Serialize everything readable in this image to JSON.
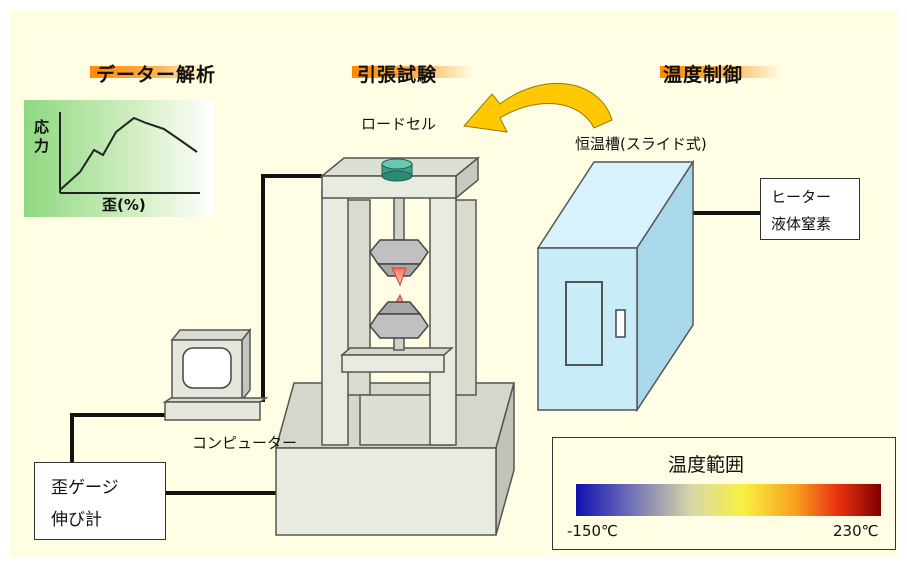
{
  "headers": {
    "analysis": "データー解析",
    "tensile_test": "引張試験",
    "temp_control": "温度制御"
  },
  "graph": {
    "ylabel": "応力",
    "xlabel": "歪(%)"
  },
  "load_cell": "ロードセル",
  "chamber": "恒温槽(スライド式)",
  "heater_box": {
    "line1": "ヒーター",
    "line2": "液体窒素"
  },
  "computer": "コンピューター",
  "strain_gauge": {
    "line1": "歪ゲージ",
    "line2": "伸び計"
  },
  "temperature_range": {
    "title": "温度範囲",
    "min": "-150℃",
    "max": "230℃",
    "gradient_colors": [
      "#1010b0",
      "#7070b8",
      "#d8d8a8",
      "#f8f040",
      "#f8a020",
      "#e83010",
      "#800000"
    ]
  },
  "colors": {
    "background": "#fffde4",
    "header_accent": "#ff8a00",
    "chamber_fill": "#c8ecf8",
    "machine_fill": "#e8ebe0",
    "arrow_fill": "#ffc800",
    "load_cell_fill": "#3aa088"
  }
}
